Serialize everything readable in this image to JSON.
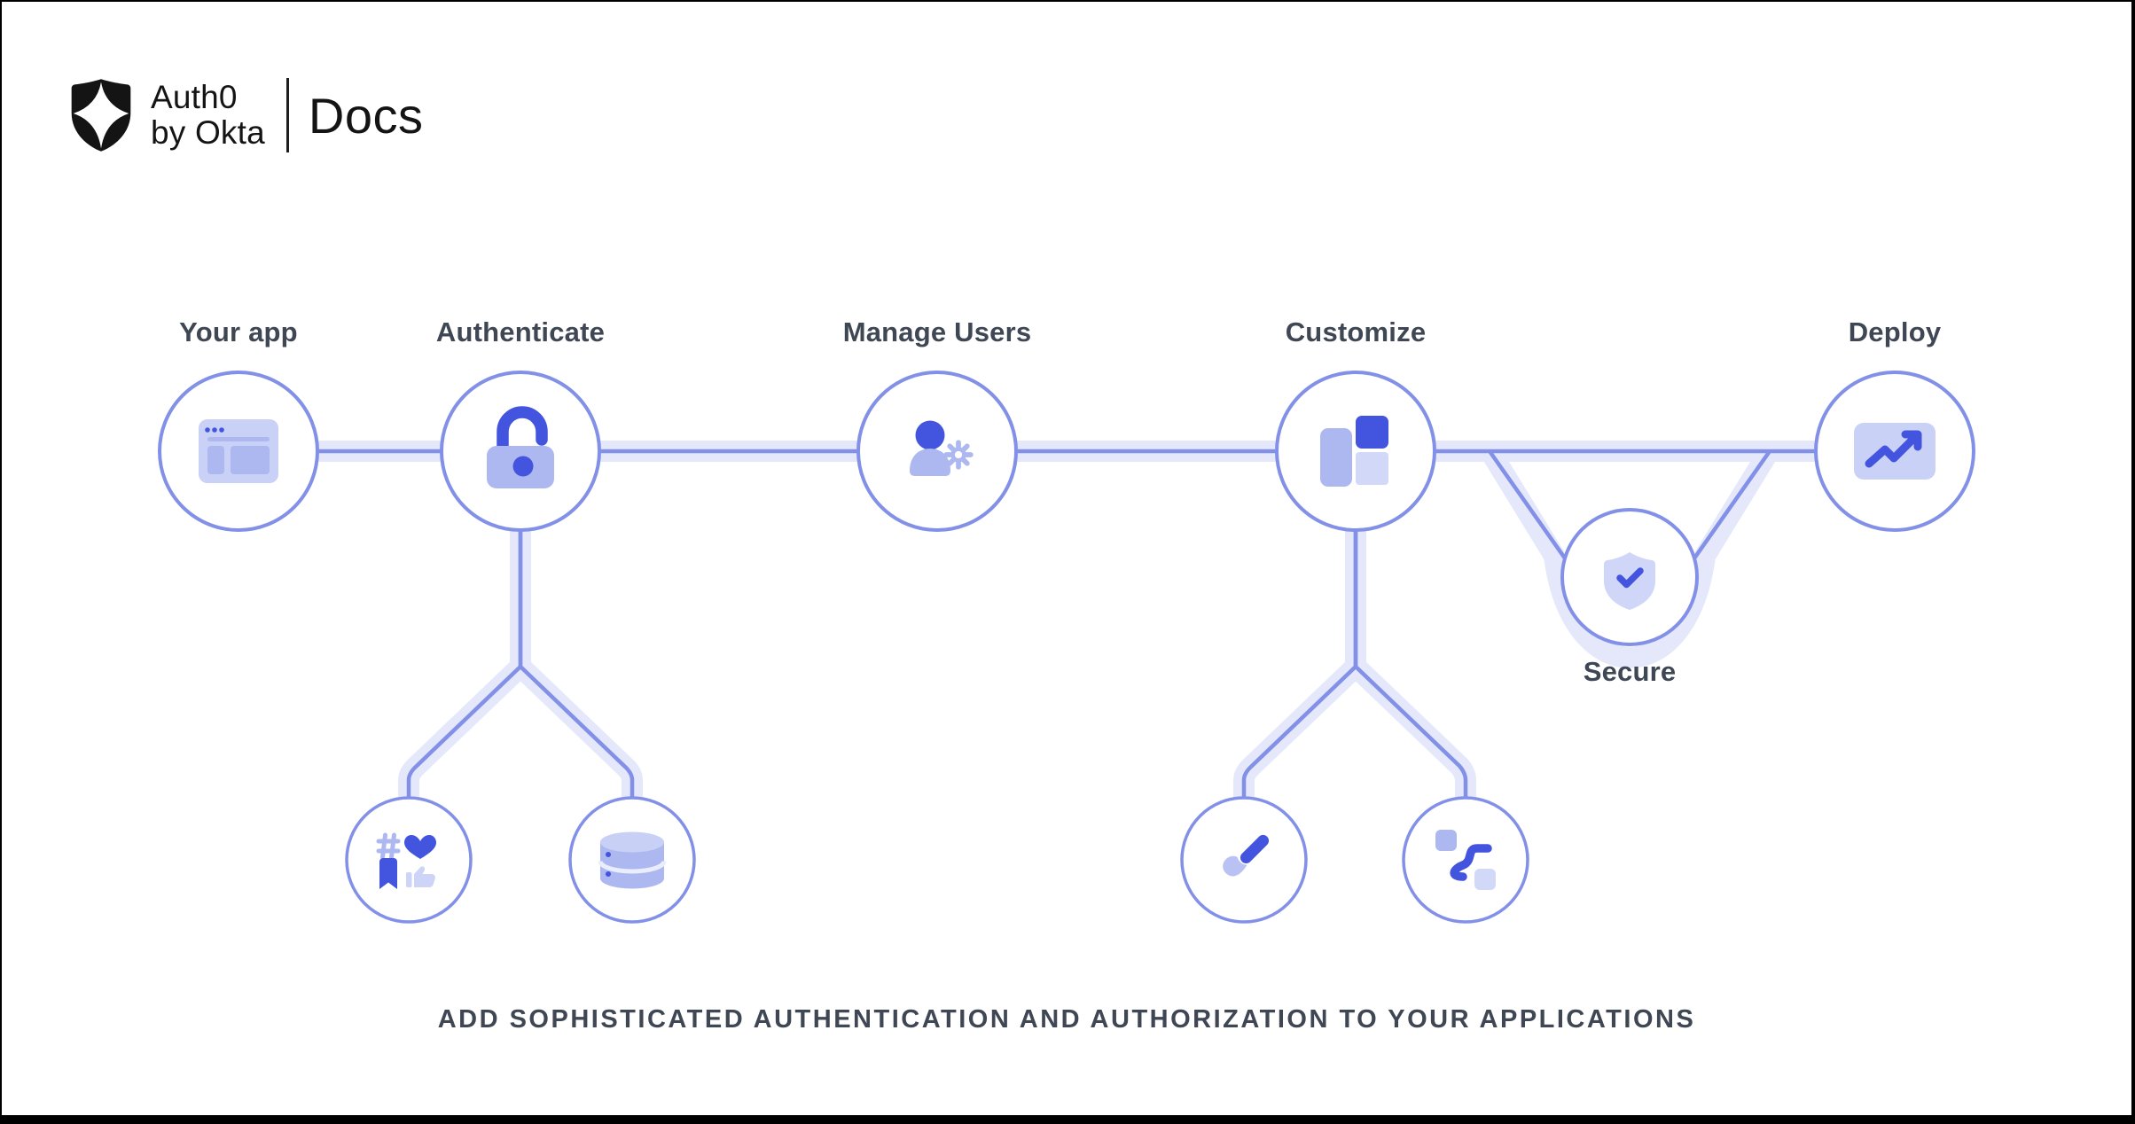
{
  "header": {
    "brand": {
      "name_line1": "Auth0",
      "name_line2": "by Okta",
      "product": "Docs"
    }
  },
  "diagram": {
    "main_nodes": [
      {
        "label": "Your app",
        "icon": "browser-window-icon"
      },
      {
        "label": "Authenticate",
        "icon": "unlocked-padlock-icon"
      },
      {
        "label": "Manage Users",
        "icon": "user-gear-icon"
      },
      {
        "label": "Customize",
        "icon": "layout-blocks-icon"
      },
      {
        "label": "Deploy",
        "icon": "trend-up-chart-icon"
      }
    ],
    "branch_nodes": [
      {
        "label": "Secure",
        "icon": "shield-check-icon"
      }
    ],
    "sub_nodes": [
      {
        "parent": "Authenticate",
        "icon": "social-connections-icon"
      },
      {
        "parent": "Authenticate",
        "icon": "database-icon"
      },
      {
        "parent": "Customize",
        "icon": "paintbrush-icon"
      },
      {
        "parent": "Customize",
        "icon": "workflow-icon"
      }
    ]
  },
  "caption": "ADD SOPHISTICATED AUTHENTICATION AND AUTHORIZATION TO YOUR APPLICATIONS",
  "colors": {
    "accent_dark": "#4355DF",
    "accent_mid": "#ADB8F0",
    "accent_light": "#C9D1F6",
    "accent_faint": "#E4E8FA",
    "connector_stroke": "#8290E8",
    "text": "#3E4753",
    "logo": "#141414"
  }
}
